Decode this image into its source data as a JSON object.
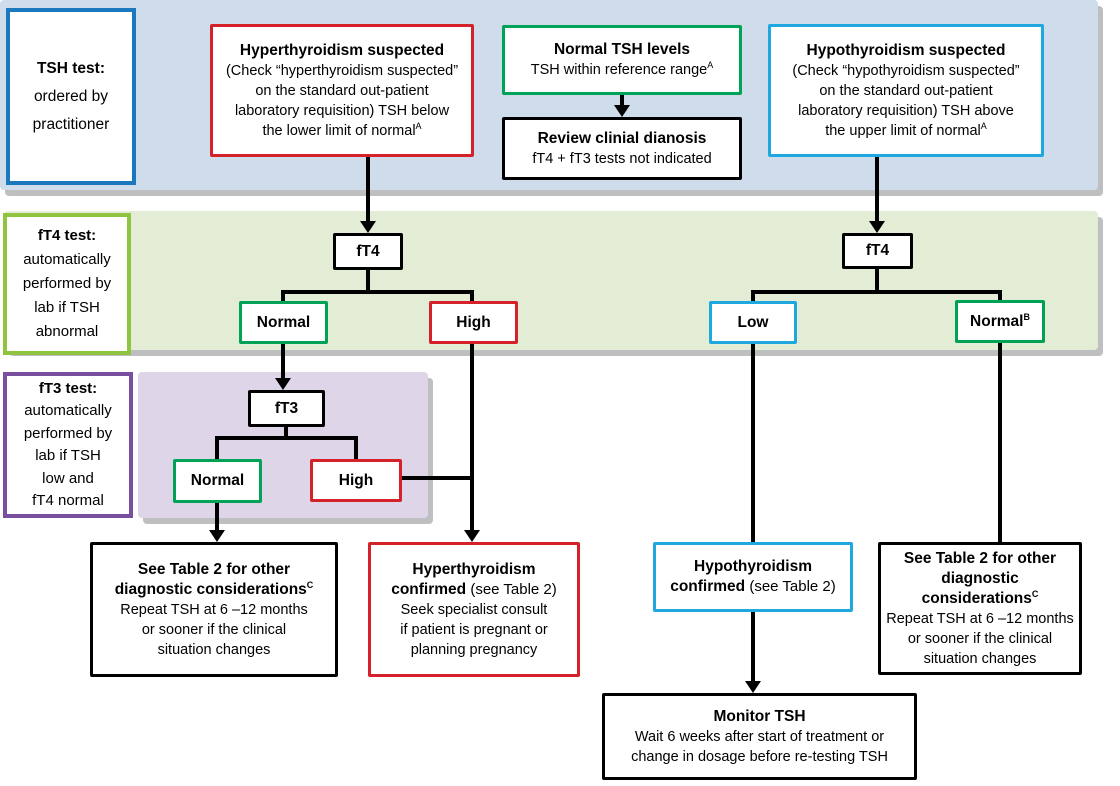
{
  "palette": {
    "lane_tsh_bg": "#cfdceb",
    "lane_ft4_bg": "#e3ecd4",
    "lane_ft3_bg": "#ded6e8",
    "band_shadow": "#bdbfc1",
    "border_blue": "#1b78be",
    "border_lime_green": "#8fc43e",
    "border_purple": "#7a4fa0",
    "border_red": "#d4212a",
    "border_green": "#00a356",
    "border_cyan": "#1fa8e0",
    "border_black": "#000000"
  },
  "lanes": {
    "tsh": {
      "title": "TSH  test:",
      "body": "ordered  by\npractitioner"
    },
    "ft4": {
      "title": "fT4 test:",
      "body": "automatically\nperformed by\nlab if TSH\nabnormal"
    },
    "ft3": {
      "title": "fT3 test:",
      "body": "automatically\nperformed by\nlab if TSH\nlow and\nfT4 normal"
    }
  },
  "nodes": {
    "hyper_suspected": {
      "title": "Hyperthyroidism suspected",
      "body": "(Check “hyperthyroidism suspected”\non the standard out-patient\nlaboratory requisition)  TSH below\nthe lower limit of normal",
      "sup": "A"
    },
    "normal_tsh": {
      "title": "Normal TSH levels",
      "body": "TSH within reference range",
      "sup": "A"
    },
    "review": {
      "title": "Review clinial dianosis",
      "body": "fT4 + fT3 tests not indicated"
    },
    "hypo_suspected": {
      "title": "Hypothyroidism suspected",
      "body": "(Check “hypothyroidism suspected”\non the standard out-patient\nlaboratory requisition)  TSH above\nthe upper limit of normal",
      "sup": "A"
    },
    "ft4_left": {
      "label": "fT4"
    },
    "ft4_normal_left": {
      "label": "Normal"
    },
    "ft4_high_left": {
      "label": "High"
    },
    "ft4_right": {
      "label": "fT4"
    },
    "ft4_low": {
      "label": "Low"
    },
    "ft4_normal_right": {
      "label": "Normal",
      "sup": "B"
    },
    "ft3": {
      "label": "fT3"
    },
    "ft3_normal": {
      "label": "Normal"
    },
    "ft3_high": {
      "label": "High"
    },
    "see_table_left": {
      "title": "See Table 2 for other\ndiagnostic considerations",
      "sup": "C",
      "body": "Repeat TSH at 6 –12 months\nor sooner if the clinical\nsituation changes"
    },
    "hyper_confirmed": {
      "title": "Hyperthyroidism\nconfirmed",
      "title_rest": " (see Table 2)",
      "body": "Seek specialist consult\nif patient is pregnant or\nplanning pregnancy"
    },
    "hypo_confirmed": {
      "title": "Hypothyroidism\nconfirmed",
      "title_rest": " (see Table 2)"
    },
    "see_table_right": {
      "title": "See Table 2 for other\ndiagnostic considerations",
      "sup": "C",
      "body": "Repeat TSH at 6 –12 months\nor sooner if the clinical\nsituation changes"
    },
    "monitor_tsh": {
      "title": "Monitor TSH",
      "body": "Wait 6 weeks after start of treatment or\nchange in dosage before re-testing TSH"
    }
  }
}
